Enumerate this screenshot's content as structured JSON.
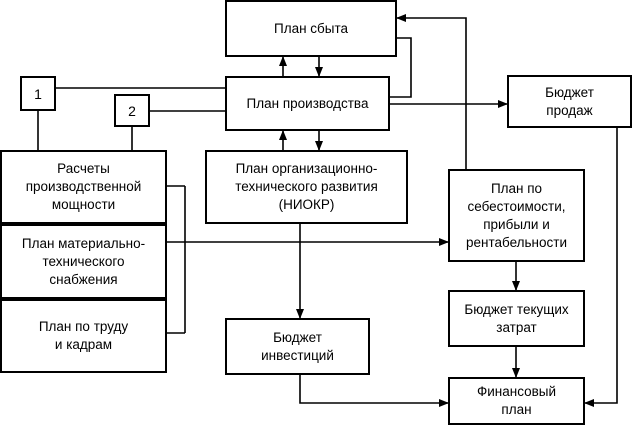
{
  "diagram": {
    "nodes": {
      "sales_plan": "План сбыта",
      "production_plan": "План производства",
      "n1": "1",
      "n2": "2",
      "sales_budget": "Бюджет\nпродаж",
      "capacity_calc": "Расчеты\nпроизводственной\nмощности",
      "org_tech_plan": "План организационно-\nтехнического развития\n(НИОКР)",
      "cost_plan": "План по\nсебестоимости,\nприбыли и\nрентабельности",
      "supply_plan": "План материально-\nтехнического\nснабжения",
      "current_costs": "Бюджет текущих\nзатрат",
      "labor_plan": "План по труду\nи кадрам",
      "investment_budget": "Бюджет\nинвестиций",
      "financial_plan": "Финансовый\nплан"
    }
  }
}
